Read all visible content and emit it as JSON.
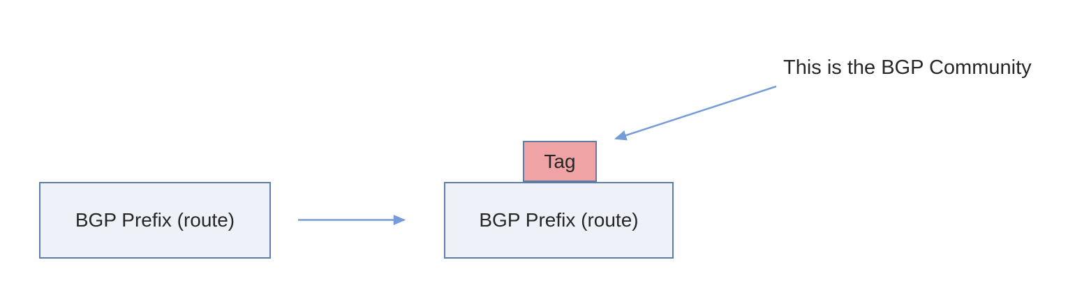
{
  "colors": {
    "background": "#ffffff",
    "box_fill": "#eef2f8",
    "box_border": "#5d7da8",
    "tag_fill": "#f0a3a4",
    "tag_border": "#5d7da8",
    "arrow_color": "#759cd9",
    "text_color": "#262626"
  },
  "diagram": {
    "left_box": {
      "label": "BGP Prefix (route)"
    },
    "right_box": {
      "label": "BGP Prefix (route)"
    },
    "tag_box": {
      "label": "Tag"
    },
    "annotation": {
      "label": "This is the BGP Community"
    }
  }
}
